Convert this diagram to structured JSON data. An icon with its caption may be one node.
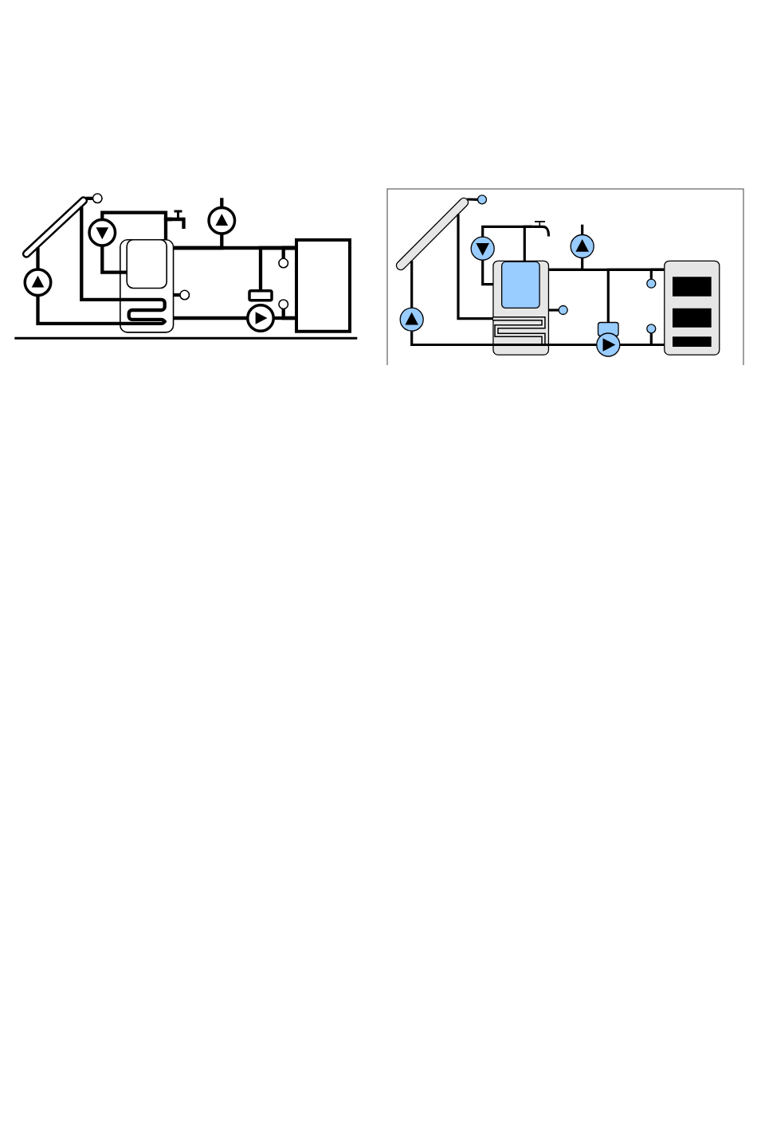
{
  "diagram": {
    "nodes": [
      {
        "text": [],
        "shape": "bar"
      },
      {
        "text": [],
        "shape": "circle"
      },
      {
        "text": [],
        "shape": "circle"
      },
      {
        "text": [],
        "shape": "circle"
      },
      {
        "text": [],
        "shape": "picture"
      },
      {
        "text": [],
        "shape": "box"
      },
      {
        "text": [],
        "shape": "box",
        "in": 5
      },
      {
        "text": [],
        "shape": "circle"
      },
      {
        "text": [],
        "shape": "circle"
      },
      {
        "text": [],
        "shape": "box"
      },
      {
        "text": [],
        "shape": "circle"
      },
      {
        "text": [],
        "shape": "circle"
      },
      {
        "text": [],
        "shape": "circle"
      },
      {
        "text": [],
        "shape": "box"
      },
      {
        "text": [],
        "shape": "box"
      },
      {
        "text": [],
        "shape": "bar",
        "in": 14
      },
      {
        "text": [],
        "shape": "circle",
        "in": 14
      },
      {
        "text": [],
        "shape": "circle",
        "in": 14
      },
      {
        "text": [],
        "shape": "circle",
        "in": 14
      },
      {
        "text": [],
        "shape": "picture",
        "in": 14
      },
      {
        "text": [],
        "shape": "box",
        "in": 14
      },
      {
        "text": [],
        "shape": "box",
        "in": 20
      },
      {
        "text": [],
        "shape": "circle",
        "in": 14
      },
      {
        "text": [],
        "shape": "circle",
        "in": 14
      },
      {
        "text": [],
        "shape": "box",
        "in": 14
      },
      {
        "text": [],
        "shape": "circle",
        "in": 14
      },
      {
        "text": [],
        "shape": "circle",
        "in": 14
      },
      {
        "text": [],
        "shape": "circle",
        "in": 14
      },
      {
        "text": [],
        "shape": "box",
        "in": 14
      }
    ],
    "edges": [
      {
        "from": 0,
        "to": 1,
        "arrow": "none"
      },
      {
        "from": 0,
        "to": 2,
        "arrow": "none"
      },
      {
        "from": 2,
        "to": 5,
        "arrow": "none"
      },
      {
        "from": 0,
        "to": 5,
        "arrow": "none"
      },
      {
        "from": 3,
        "to": 6,
        "arrow": "none"
      },
      {
        "from": 3,
        "to": 4,
        "arrow": "none"
      },
      {
        "from": 6,
        "to": 4,
        "arrow": "none"
      },
      {
        "from": 5,
        "to": 7,
        "arrow": "none"
      },
      {
        "from": 5,
        "to": 13,
        "arrow": "none"
      },
      {
        "from": 8,
        "to": null,
        "arrow": "none"
      },
      {
        "from": 8,
        "to": 5,
        "arrow": "none"
      },
      {
        "from": 9,
        "to": 13,
        "arrow": "none"
      },
      {
        "from": 5,
        "to": 10,
        "arrow": "none"
      },
      {
        "from": 10,
        "to": 13,
        "arrow": "none"
      },
      {
        "from": 11,
        "to": 13,
        "arrow": "none"
      },
      {
        "from": 12,
        "to": 13,
        "arrow": "none"
      },
      {
        "from": 15,
        "to": 16,
        "arrow": "none"
      },
      {
        "from": 15,
        "to": 17,
        "arrow": "none"
      },
      {
        "from": 17,
        "to": 20,
        "arrow": "none"
      },
      {
        "from": 15,
        "to": 20,
        "arrow": "none"
      },
      {
        "from": 18,
        "to": 20,
        "arrow": "none"
      },
      {
        "from": 18,
        "to": 19,
        "arrow": "none"
      },
      {
        "from": 21,
        "to": 19,
        "arrow": "none"
      },
      {
        "from": 20,
        "to": 22,
        "arrow": "none"
      },
      {
        "from": 20,
        "to": 28,
        "arrow": "none"
      },
      {
        "from": 23,
        "to": null,
        "arrow": "none"
      },
      {
        "from": 23,
        "to": 20,
        "arrow": "none"
      },
      {
        "from": 24,
        "to": 28,
        "arrow": "none"
      },
      {
        "from": 20,
        "to": 25,
        "arrow": "none"
      },
      {
        "from": 25,
        "to": 28,
        "arrow": "none"
      },
      {
        "from": 26,
        "to": 28,
        "arrow": "none"
      },
      {
        "from": 27,
        "to": 28,
        "arrow": "none"
      }
    ]
  }
}
